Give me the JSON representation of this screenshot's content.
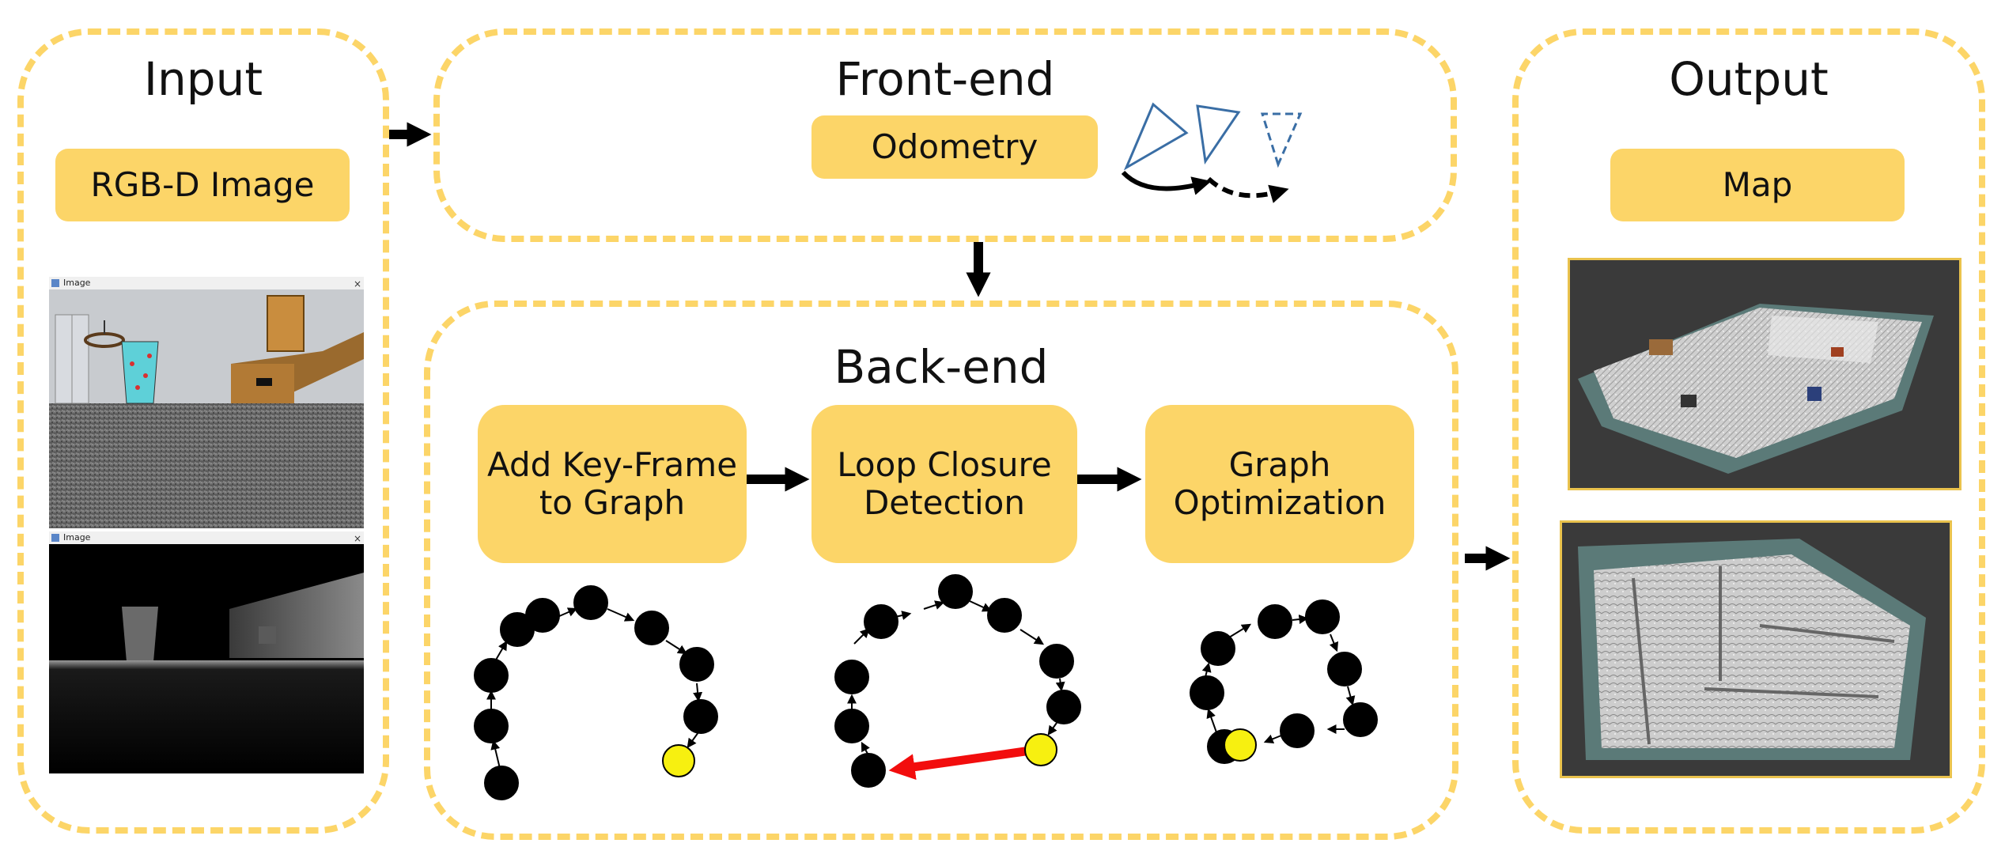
{
  "input": {
    "title": "Input",
    "button": "RGB-D Image",
    "window_title_1": "Image",
    "window_title_2": "Image"
  },
  "frontend": {
    "title": "Front-end",
    "button": "Odometry"
  },
  "backend": {
    "title": "Back-end",
    "steps": [
      {
        "label_line1": "Add Key-Frame",
        "label_line2": "to Graph"
      },
      {
        "label_line1": "Loop Closure",
        "label_line2": "Detection"
      },
      {
        "label_line1": "Graph",
        "label_line2": "Optimization"
      }
    ]
  },
  "output": {
    "title": "Output",
    "button": "Map"
  },
  "colors": {
    "accent": "#fcd568",
    "node": "#000000",
    "highlight_node": "#f7f010",
    "loop_edge": "#f20d0d",
    "camera": "#3a6ea5"
  }
}
